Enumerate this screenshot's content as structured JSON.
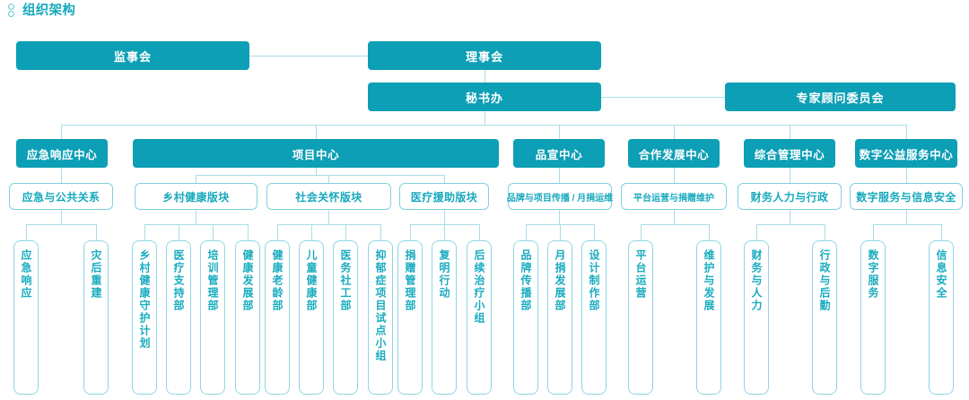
{
  "page": {
    "title": "组织架构",
    "title_icon": "org-chart-icon",
    "colors": {
      "fill": "#0d9fb5",
      "line": "#a7dde8",
      "outline": "#7fd2e2",
      "text_on_fill": "#ffffff",
      "text_teal": "#17a9bd",
      "background": "#ffffff"
    }
  },
  "nodes": {
    "supervisory_board": "监事会",
    "board_of_directors": "理事会",
    "secretariat": "秘书办",
    "expert_advisory_committee": "专家顾问委员会"
  },
  "centers": [
    {
      "id": "emergency",
      "label": "应急响应中心"
    },
    {
      "id": "project",
      "label": "项目中心"
    },
    {
      "id": "branding",
      "label": "品宣中心"
    },
    {
      "id": "cooperation",
      "label": "合作发展中心"
    },
    {
      "id": "management",
      "label": "综合管理中心"
    },
    {
      "id": "digital",
      "label": "数字公益服务中心"
    }
  ],
  "sections": [
    {
      "id": "emergency-pr",
      "label": "应急与公共关系"
    },
    {
      "id": "rural-health",
      "label": "乡村健康版块"
    },
    {
      "id": "social-care",
      "label": "社会关怀版块"
    },
    {
      "id": "medical-aid",
      "label": "医疗援助版块"
    },
    {
      "id": "brand-comm",
      "label": "品牌与项目传播 / 月捐运维"
    },
    {
      "id": "platform-donation",
      "label": "平台运营与捐赠维护"
    },
    {
      "id": "finance-hr-admin",
      "label": "财务人力与行政"
    },
    {
      "id": "digital-security",
      "label": "数字服务与信息安全"
    }
  ],
  "departments": [
    {
      "id": "emergency-response",
      "label": "应急响应"
    },
    {
      "id": "post-disaster",
      "label": "灾后重建"
    },
    {
      "id": "rural-health-plan",
      "label": "乡村健康守护计划"
    },
    {
      "id": "medical-support",
      "label": "医疗支持部"
    },
    {
      "id": "training-management",
      "label": "培训管理部"
    },
    {
      "id": "health-development",
      "label": "健康发展部"
    },
    {
      "id": "healthy-aging",
      "label": "健康老龄部"
    },
    {
      "id": "child-health",
      "label": "儿童健康部"
    },
    {
      "id": "medical-social-work",
      "label": "医务社工部"
    },
    {
      "id": "depression-pilot",
      "label": "抑郁症项目试点小组"
    },
    {
      "id": "donation-management",
      "label": "捐赠管理部"
    },
    {
      "id": "sight-restoration",
      "label": "复明行动"
    },
    {
      "id": "follow-up-treatment",
      "label": "后续治疗小组"
    },
    {
      "id": "brand-communication",
      "label": "品牌传播部"
    },
    {
      "id": "monthly-donation",
      "label": "月捐发展部"
    },
    {
      "id": "design-production",
      "label": "设计制作部"
    },
    {
      "id": "platform-operation",
      "label": "平台运营"
    },
    {
      "id": "maintenance-dev",
      "label": "维护与发展"
    },
    {
      "id": "finance-hr",
      "label": "财务与人力"
    },
    {
      "id": "admin-logistics",
      "label": "行政与后勤"
    },
    {
      "id": "digital-service",
      "label": "数字服务"
    },
    {
      "id": "information-security",
      "label": "信息安全"
    }
  ]
}
